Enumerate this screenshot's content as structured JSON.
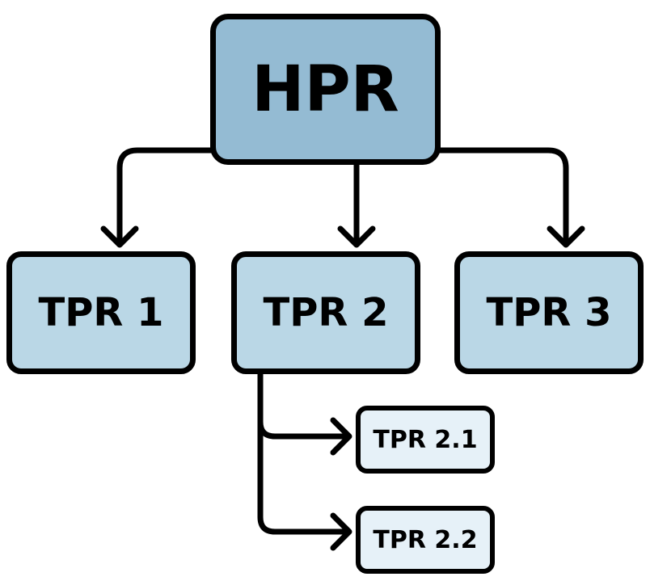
{
  "diagram": {
    "colors": {
      "root_fill": "#94bbd3",
      "level1_fill": "#bad7e6",
      "level2_fill": "#e6f1f8",
      "stroke": "#000000"
    },
    "nodes": {
      "hpr": {
        "label": "HPR"
      },
      "tpr1": {
        "label": "TPR 1"
      },
      "tpr2": {
        "label": "TPR 2"
      },
      "tpr3": {
        "label": "TPR 3"
      },
      "tpr21": {
        "label": "TPR 2.1"
      },
      "tpr22": {
        "label": "TPR 2.2"
      }
    },
    "edges": [
      {
        "from": "HPR",
        "to": "TPR 1"
      },
      {
        "from": "HPR",
        "to": "TPR 2"
      },
      {
        "from": "HPR",
        "to": "TPR 3"
      },
      {
        "from": "TPR 2",
        "to": "TPR 2.1"
      },
      {
        "from": "TPR 2",
        "to": "TPR 2.2"
      }
    ]
  }
}
